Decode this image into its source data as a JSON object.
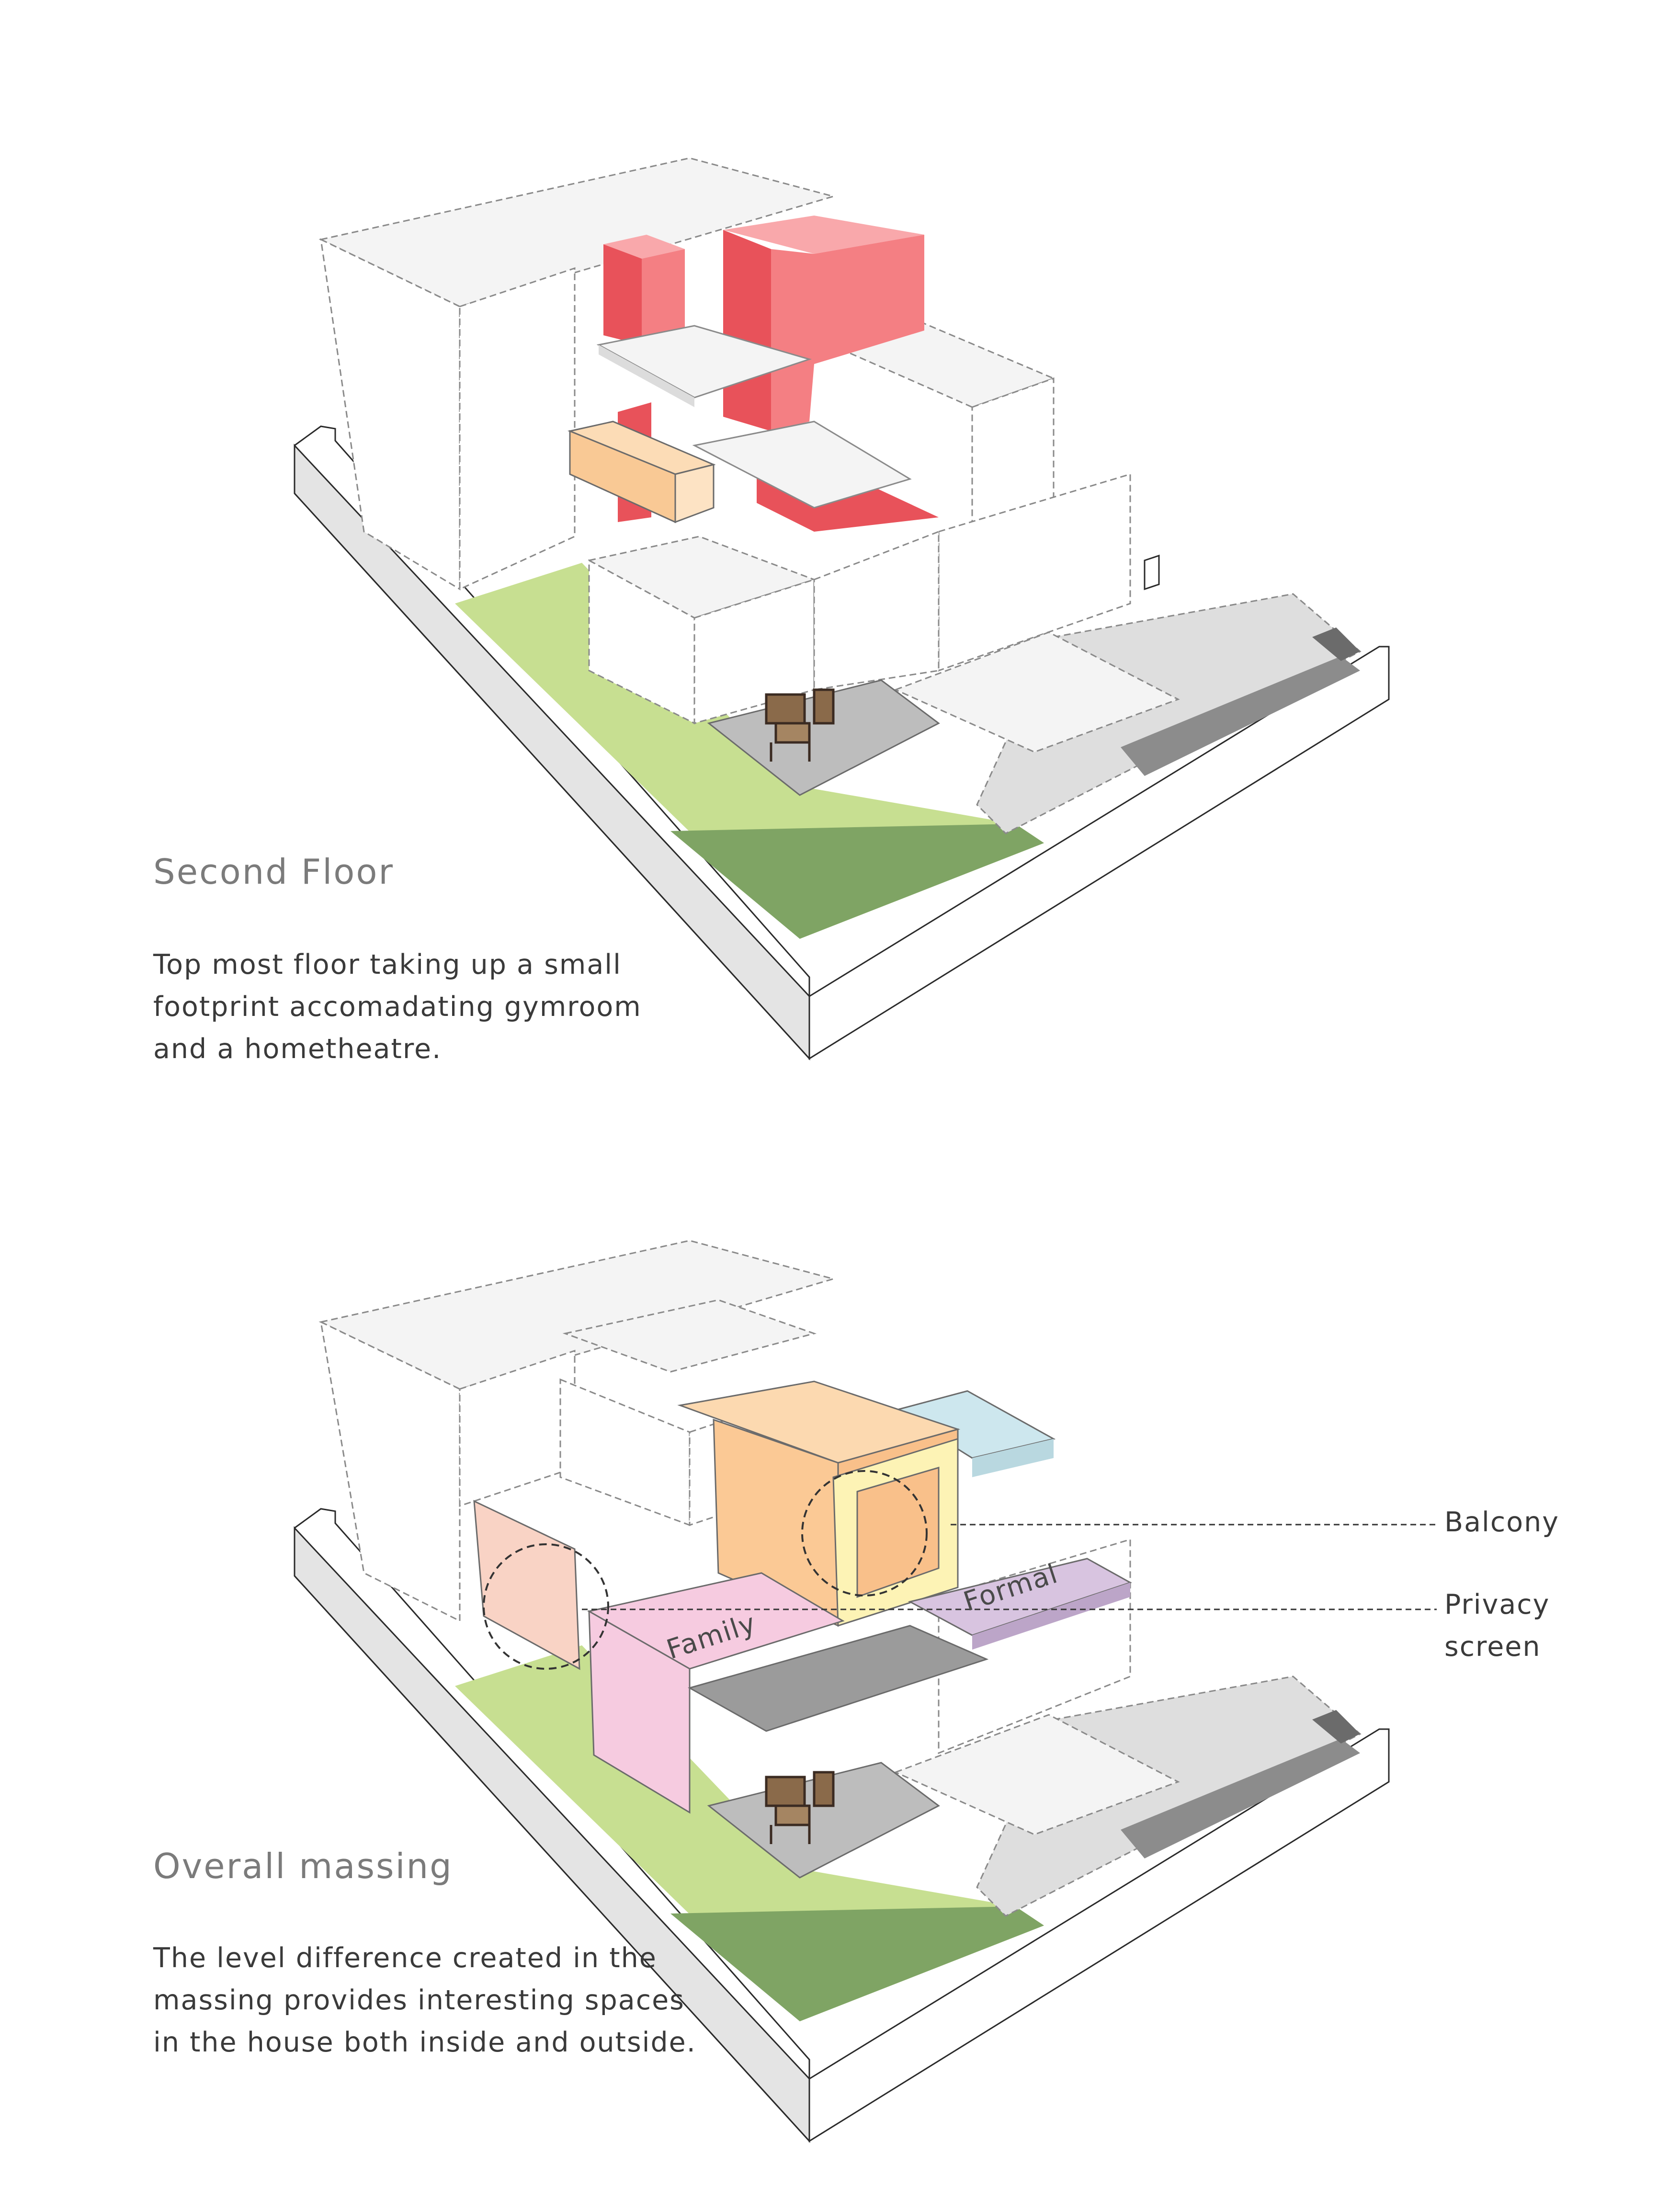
{
  "sections": [
    {
      "heading": "Second Floor",
      "description": "Top most floor taking up a small footprint accomadating gymroom and a hometheatre.",
      "colors": {
        "lawn": "#c7df91",
        "lawn_shade": "#7fa464",
        "red_mass": "#f47f83",
        "red_mass_dark": "#e8525a",
        "orange_box": "#f9c995",
        "paving": "#d0d0d0",
        "paving_dark": "#8c8c8c"
      }
    },
    {
      "heading": "Overall massing",
      "description": "The level difference created in the massing provides interesting spaces in the house both inside and outside.",
      "zone_labels": {
        "family": "Family",
        "formal": "Formal"
      },
      "callouts": {
        "balcony": "Balcony",
        "privacy_screen": "Privacy screen"
      },
      "colors": {
        "lawn": "#c7df91",
        "lawn_shade": "#7fa464",
        "orange_volume": "#fbc995",
        "balcony_frame": "#fdf3b5",
        "family_pink": "#f6cbe0",
        "formal_lilac": "#d8c4e0",
        "screen_peach": "#f9d3c5",
        "sky_blue": "#cde7ee",
        "paving_dark": "#9b9b9b"
      }
    }
  ]
}
